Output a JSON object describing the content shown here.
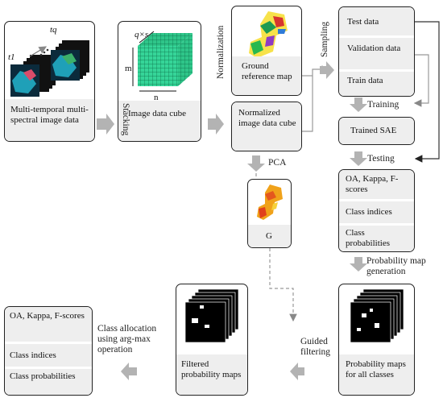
{
  "boxes": {
    "multitemporal": {
      "label": "Multi-temporal multi-spectral image data",
      "tag_t1": "t1",
      "tag_tq": "tq"
    },
    "cube": {
      "label": "Image data cube",
      "tag_qs": "q×s",
      "tag_m": "m",
      "tag_n": "n"
    },
    "ground": {
      "label": "Ground reference map"
    },
    "normalized": {
      "label": "Normalized image data cube"
    },
    "samples": {
      "test": "Test data",
      "validation": "Validation data",
      "train": "Train data"
    },
    "sae": {
      "label": "Trained SAE"
    },
    "results_right": {
      "metrics": "OA, Kappa, F-scores",
      "indices": "Class indices",
      "probs": "Class probabilities"
    },
    "g": {
      "label": "G"
    },
    "prob_maps": {
      "label": "Probability maps for all classes"
    },
    "filtered": {
      "label": "Filtered probability maps"
    },
    "results_left": {
      "metrics": "OA, Kappa, F-scores",
      "indices": "Class indices",
      "probs": "Class probabilities"
    }
  },
  "edges": {
    "stacking": "Stacking",
    "normalization": "Normalization",
    "sampling": "Sampling",
    "training": "Training",
    "testing": "Testing",
    "pca": "PCA",
    "probability_map": "Probability map generation",
    "guided_filtering": "Guided filtering",
    "class_allocation": "Class allocation using arg-max operation"
  },
  "colors": {
    "arrow_fill": "#b3b3b3",
    "box_fill": "#eeeeee",
    "border": "#222222"
  }
}
